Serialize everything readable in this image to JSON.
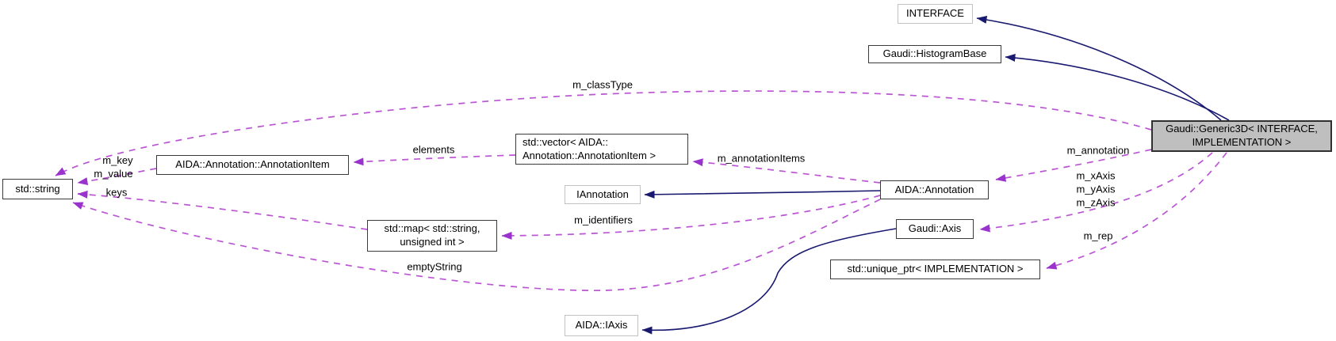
{
  "diagram": {
    "kind": "doxygen-collaboration-graph",
    "colors": {
      "background": "#ffffff",
      "inheritance_edge": "#191970",
      "usage_edge": "#ba55d3",
      "usage_arrow": "#9a32cd",
      "node_fill": "#ffffff",
      "node_border": "#3a3a3a",
      "external_node_border": "#c2c2c2",
      "focus_node_fill": "#bfbfbf",
      "text": "#000000"
    },
    "nodes": [
      {
        "id": "interface",
        "label": "INTERFACE"
      },
      {
        "id": "histogrambase",
        "label": "Gaudi::HistogramBase"
      },
      {
        "id": "generic3d",
        "label": "Gaudi::Generic3D< INTERFACE,\nIMPLEMENTATION >"
      },
      {
        "id": "string",
        "label": "std::string"
      },
      {
        "id": "annotationitem",
        "label": "AIDA::Annotation::AnnotationItem"
      },
      {
        "id": "vector",
        "label": "std::vector< AIDA::\nAnnotation::AnnotationItem >"
      },
      {
        "id": "iannotation",
        "label": "IAnnotation"
      },
      {
        "id": "annotation",
        "label": "AIDA::Annotation"
      },
      {
        "id": "map",
        "label": "std::map< std::string,\nunsigned int >"
      },
      {
        "id": "axis",
        "label": "Gaudi::Axis"
      },
      {
        "id": "uniqueptr",
        "label": "std::unique_ptr< IMPLEMENTATION >"
      },
      {
        "id": "iaxis",
        "label": "AIDA::IAxis"
      }
    ],
    "usage_edges": [
      {
        "from": "generic3d",
        "to": "string",
        "label": "m_classType"
      },
      {
        "from": "generic3d",
        "to": "annotation",
        "label": "m_annotation"
      },
      {
        "from": "generic3d",
        "to": "axis",
        "label": "m_xAxis\nm_yAxis\nm_zAxis"
      },
      {
        "from": "generic3d",
        "to": "uniqueptr",
        "label": "m_rep"
      },
      {
        "from": "annotation",
        "to": "vector",
        "label": "m_annotationItems"
      },
      {
        "from": "vector",
        "to": "annotationitem",
        "label": "elements"
      },
      {
        "from": "annotationitem",
        "to": "string",
        "label": "m_key\nm_value"
      },
      {
        "from": "map",
        "to": "string",
        "label": "keys"
      },
      {
        "from": "annotation",
        "to": "map",
        "label": "m_identifiers"
      },
      {
        "from": "annotation",
        "to": "string",
        "label": "emptyString"
      }
    ],
    "inheritance_edges": [
      {
        "from": "generic3d",
        "to": "interface"
      },
      {
        "from": "generic3d",
        "to": "histogrambase"
      },
      {
        "from": "annotation",
        "to": "iannotation"
      },
      {
        "from": "axis",
        "to": "iaxis"
      }
    ]
  }
}
